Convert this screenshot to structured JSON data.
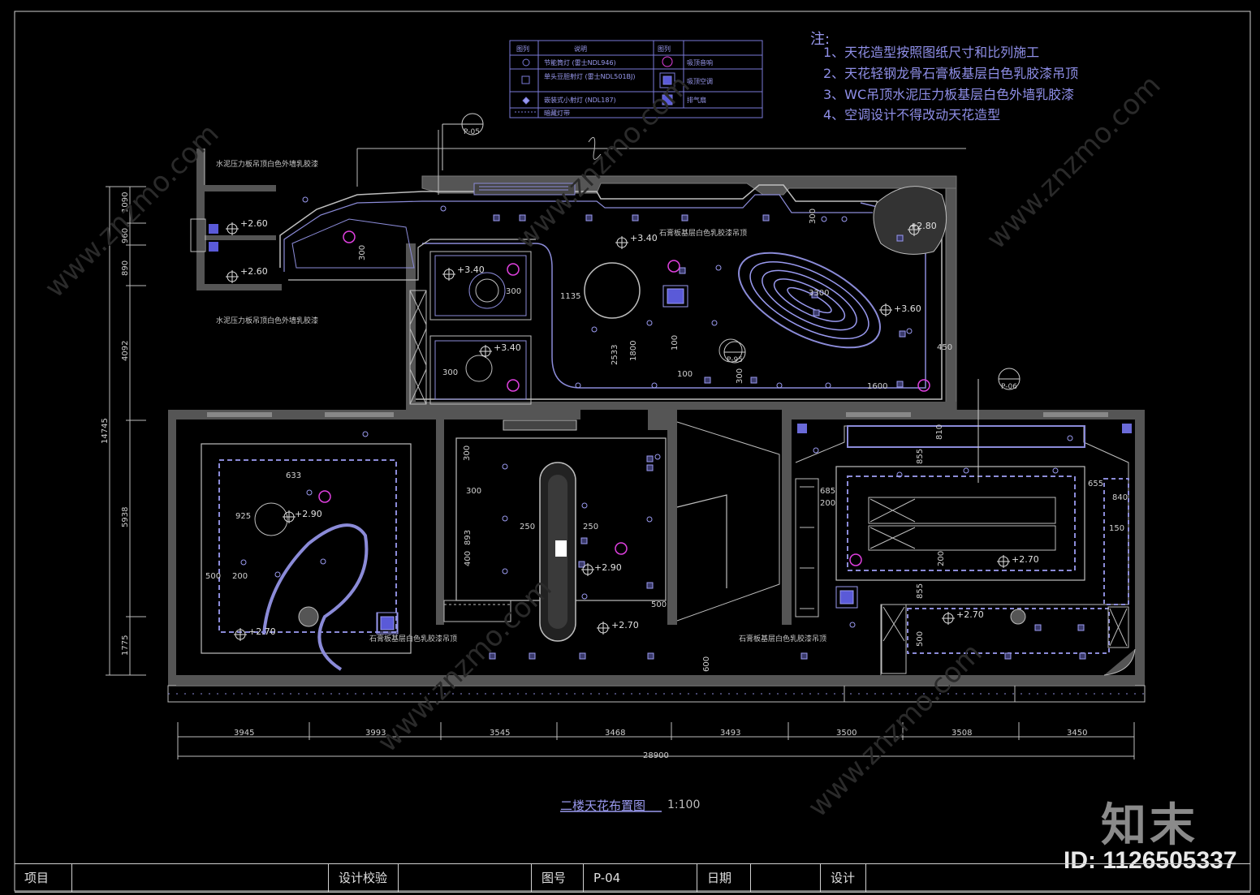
{
  "notes": {
    "heading": "注:",
    "items": [
      "1、天花造型按照图纸尺寸和比列施工",
      "2、天花轻钢龙骨石膏板基层白色乳胶漆吊顶",
      "3、WC吊顶水泥压力板基层白色外墙乳胶漆",
      "4、空调设计不得改动天花造型"
    ]
  },
  "legend": {
    "header": [
      "图列",
      "说明",
      "图列"
    ],
    "rows": [
      {
        "desc": "节能筒灯 (雷士NDL946)",
        "right": "吸顶音响"
      },
      {
        "desc": "单头豆胆射灯 (雷士NDL501BJ)",
        "right": "吸顶空调"
      },
      {
        "desc": "嵌装式小射灯 (NDL187)",
        "right": "排气扇"
      },
      {
        "desc": "暗藏灯带",
        "right": ""
      }
    ]
  },
  "drawing": {
    "title": "二楼天花布置图",
    "scale": "1:100",
    "section_marks": [
      "P-05",
      "P-95",
      "P-06"
    ],
    "ceiling_notes": [
      "水泥压力板吊顶白色外墙乳胶漆",
      "水泥压力板吊顶白色外墙乳胶漆",
      "石膏板基层白色乳胶漆吊顶",
      "石膏板基层白色乳胶漆吊顶",
      "石膏板基层白色乳胶漆吊顶"
    ],
    "elevations": [
      "+2.60",
      "+2.60",
      "+3.40",
      "+3.40",
      "+3.40",
      "+3.60",
      "+2.80",
      "+2.90",
      "+2.70",
      "+2.90",
      "+2.70",
      "+2.70",
      "+2.70"
    ],
    "bottom_dims": [
      "3945",
      "3993",
      "3545",
      "3468",
      "3493",
      "3500",
      "3508",
      "3450"
    ],
    "total_dim": "28900",
    "left_dims": [
      "1090",
      "960",
      "890",
      "4092",
      "5938",
      "1775"
    ],
    "left_total": "14745",
    "inner_dims": [
      "300",
      "300",
      "1135",
      "2533",
      "1800",
      "100",
      "100",
      "300",
      "300",
      "300",
      "3300",
      "450",
      "1600",
      "300",
      "893",
      "400",
      "250",
      "250",
      "500",
      "633",
      "925",
      "500",
      "200",
      "300",
      "685",
      "200",
      "855",
      "200",
      "655",
      "840",
      "810",
      "150",
      "500",
      "855",
      "600"
    ]
  },
  "title_block": {
    "project_label": "项目",
    "check_label": "设计校验",
    "sheet_label": "图号",
    "sheet_value": "P-04",
    "date_label": "日期",
    "design_label": "设计"
  },
  "watermark": {
    "brand": "知末",
    "id": "ID: 1126505337",
    "site": "www.znzmo.com"
  }
}
